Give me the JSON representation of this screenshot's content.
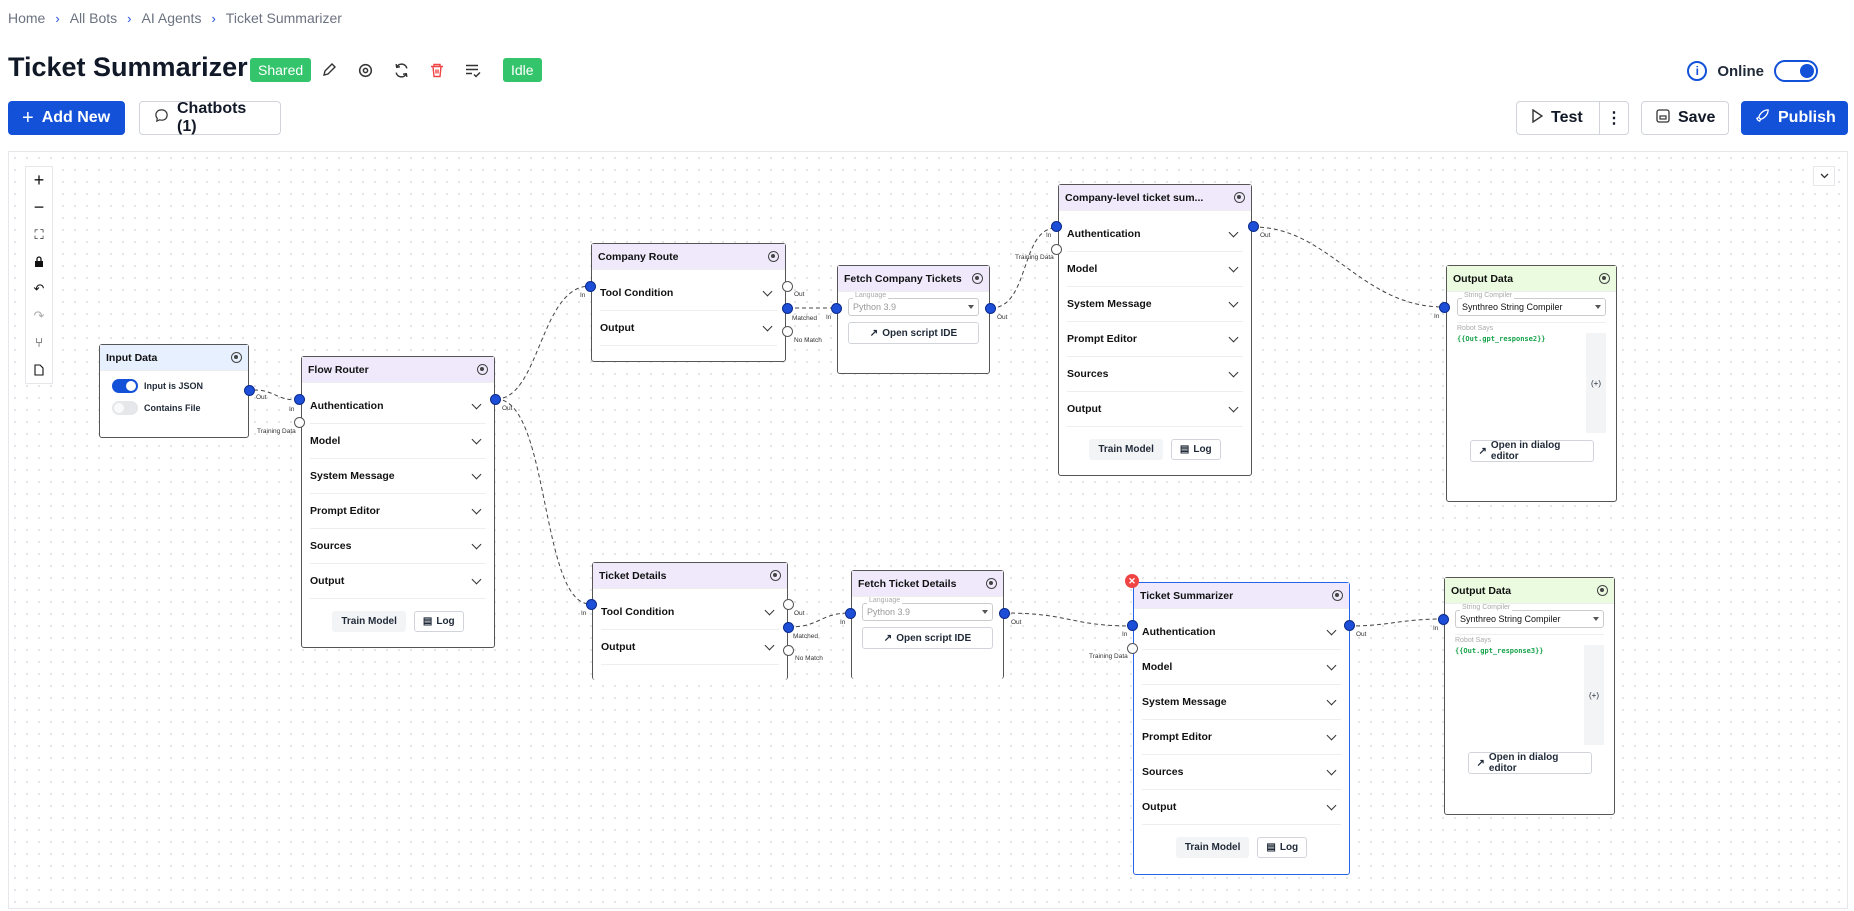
{
  "breadcrumbs": [
    "Home",
    "All Bots",
    "AI Agents",
    "Ticket Summarizer"
  ],
  "page": {
    "title": "Ticket Summarizer",
    "shared_badge": "Shared",
    "status_badge": "Idle",
    "online_label": "Online"
  },
  "toolbar": {
    "add_new": "Add New",
    "chatbots": "Chatbots (1)",
    "test": "Test",
    "save": "Save",
    "publish": "Publish"
  },
  "colors": {
    "primary": "#1351d8",
    "badge_green": "#34c46b",
    "delete_red": "#ef4444"
  },
  "common": {
    "sections": [
      "Authentication",
      "Model",
      "System Message",
      "Prompt Editor",
      "Sources",
      "Output"
    ],
    "condition_sections": [
      "Tool Condition",
      "Output"
    ],
    "train": "Train Model",
    "log": "Log",
    "in": "In",
    "out": "Out",
    "training_data": "Training Data",
    "matched": "Matched",
    "no_match": "No Match",
    "language_label": "Language",
    "language_value": "Python 3.9",
    "open_ide": "Open script IDE",
    "compiler_label": "String Compiler",
    "compiler_value": "Synthreo String Compiler",
    "robot_label": "Robot Says",
    "dialog_editor": "Open in dialog editor",
    "plus": "(+)"
  },
  "nodes": {
    "input_data": {
      "title": "Input Data",
      "json_label": "Input is JSON",
      "file_label": "Contains File"
    },
    "flow_router": {
      "title": "Flow Router"
    },
    "company_route": {
      "title": "Company Route"
    },
    "fetch_company": {
      "title": "Fetch Company Tickets"
    },
    "company_summary": {
      "title": "Company-level ticket sum..."
    },
    "output1": {
      "title": "Output Data",
      "value": "{{Out.gpt_response2}}"
    },
    "ticket_details": {
      "title": "Ticket Details"
    },
    "fetch_ticket": {
      "title": "Fetch Ticket Details"
    },
    "ticket_summarizer": {
      "title": "Ticket Summarizer"
    },
    "output2": {
      "title": "Output Data",
      "value": "{{Out.gpt_response3}}"
    }
  }
}
